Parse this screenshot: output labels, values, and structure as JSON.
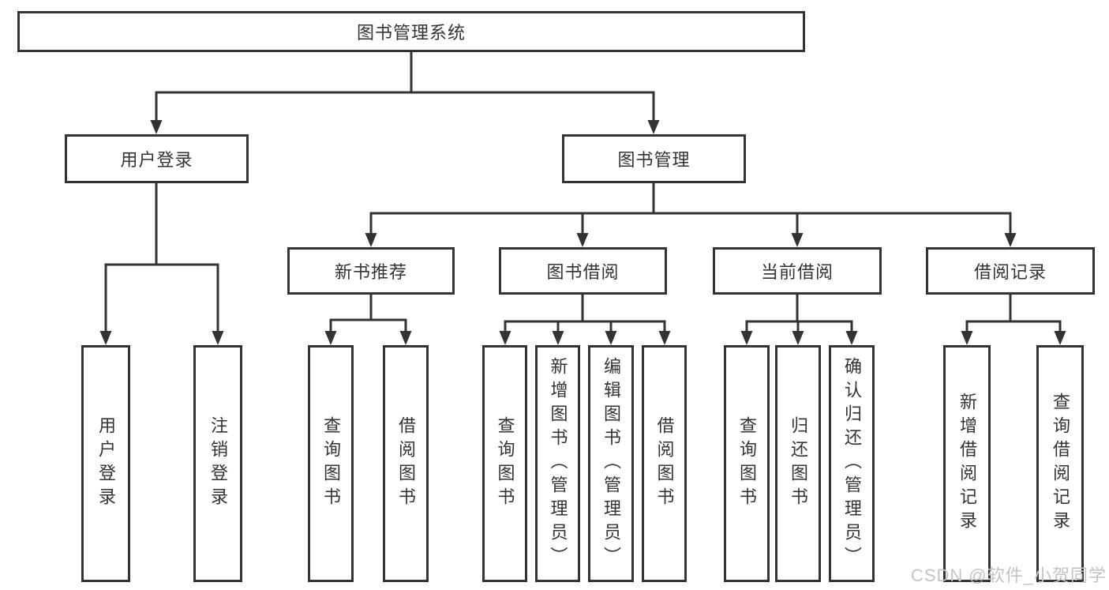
{
  "colors": {
    "line": "#333333",
    "text": "#333333",
    "box_background": "#ffffff",
    "page_background": "#ffffff",
    "watermark": "#c3c3c3"
  },
  "watermark": {
    "text": "CSDN @软件_小贺同学"
  },
  "tree": {
    "root": {
      "label": "图书管理系统"
    },
    "branches": [
      {
        "label": "用户登录",
        "children": [
          {
            "label": "用户登录"
          },
          {
            "label": "注销登录"
          }
        ]
      },
      {
        "label": "图书管理",
        "children": [
          {
            "label": "新书推荐",
            "children": [
              {
                "label": "查询图书"
              },
              {
                "label": "借阅图书"
              }
            ]
          },
          {
            "label": "图书借阅",
            "children": [
              {
                "label": "查询图书"
              },
              {
                "label": "新增图书（管理员）"
              },
              {
                "label": "编辑图书（管理员）"
              },
              {
                "label": "借阅图书"
              }
            ]
          },
          {
            "label": "当前借阅",
            "children": [
              {
                "label": "查询图书"
              },
              {
                "label": "归还图书"
              },
              {
                "label": "确认归还（管理员）"
              }
            ]
          },
          {
            "label": "借阅记录",
            "children": [
              {
                "label": "新增借阅记录"
              },
              {
                "label": "查询借阅记录"
              }
            ]
          }
        ]
      }
    ]
  }
}
